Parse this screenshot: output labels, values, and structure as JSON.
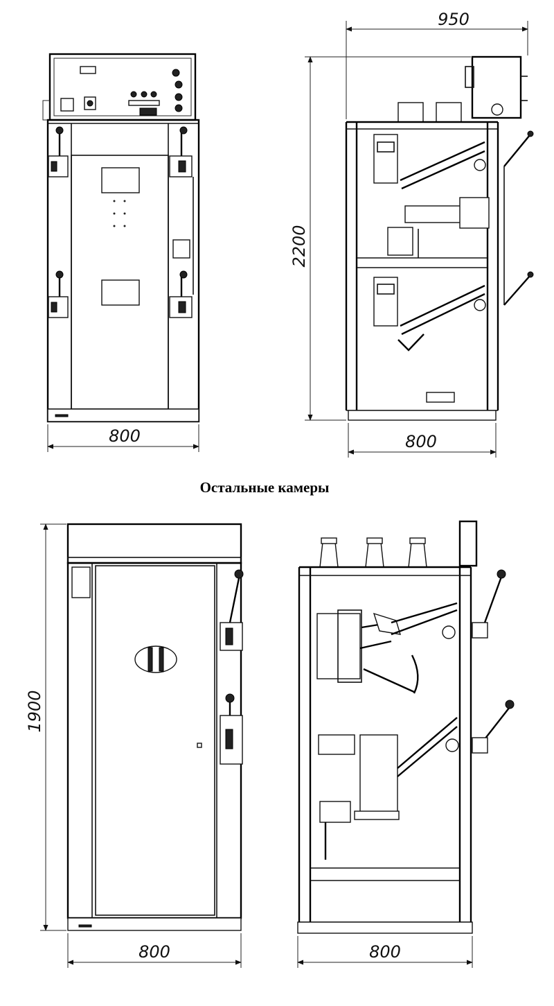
{
  "section_heading": "Остальные камеры",
  "top_front": {
    "width_label": "800"
  },
  "top_side": {
    "depth_label": "950",
    "height_label": "2200",
    "width_label": "800"
  },
  "bottom_front": {
    "height_label": "1900",
    "width_label": "800"
  },
  "bottom_side": {
    "width_label": "800"
  }
}
